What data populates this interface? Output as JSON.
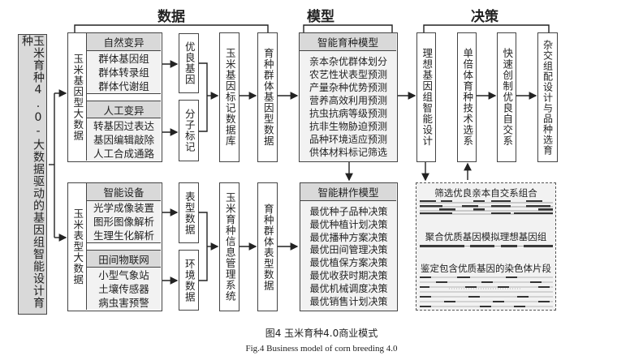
{
  "sections": {
    "data": "数据",
    "model": "模型",
    "decision": "决策"
  },
  "main_label": "玉米育种4.0-大数据驱动的基因组智能设计育种",
  "genotype": {
    "label": "玉米基因型大数据",
    "natural": {
      "title": "自然变异",
      "items": [
        "群体基因组",
        "群体转录组",
        "群体代谢组"
      ]
    },
    "artificial": {
      "title": "人工变异",
      "items": [
        "转基因过表达",
        "基因编辑敲除",
        "人工合成通路"
      ]
    },
    "out1": "优良基因",
    "out2": "分子标记",
    "db": "玉米基因标记数据库",
    "pop": "育种群体基因型数据"
  },
  "phenotype": {
    "label": "玉米表型大数据",
    "device": {
      "title": "智能设备",
      "items": [
        "光学成像装置",
        "图形图像解析",
        "生理生化解析"
      ]
    },
    "iot": {
      "title": "田间物联网",
      "items": [
        "小型气象站",
        "土壤传感器",
        "病虫害预警"
      ]
    },
    "out1": "表型数据",
    "out2": "环境数据",
    "db": "玉米育种信息管理系统",
    "pop": "育种群体表型数据"
  },
  "breeding_model": {
    "title": "智能育种模型",
    "items": [
      "亲本杂优群体划分",
      "农艺性状表型预测",
      "产量杂种优势预测",
      "营养高效利用预测",
      "抗虫抗病等级预测",
      "抗非生物胁迫预测",
      "品种环境适应预测",
      "供体材料标记筛选"
    ]
  },
  "farming_model": {
    "title": "智能耕作模型",
    "items": [
      "最优种子品种决策",
      "最优种植计划决策",
      "最优播种方案决策",
      "最优田间管理决策",
      "最优植保方案决策",
      "最优收获时期决策",
      "最优机械调度决策",
      "最优销售计划决策"
    ]
  },
  "decisions": [
    "理想基因组智能设计",
    "单倍体育种技术选系",
    "快速创制优良自交系",
    "杂交组配设计与品种选育"
  ],
  "design_panel": {
    "step3": "筛选优良亲本自交系组合",
    "step2": "聚合优质基因模拟理想基因组",
    "step1": "鉴定包含优质基因的染色体片段"
  },
  "caption": {
    "cn": "图4   玉米育种4.0商业模式",
    "en": "Fig.4   Business model of corn breeding 4.0"
  }
}
